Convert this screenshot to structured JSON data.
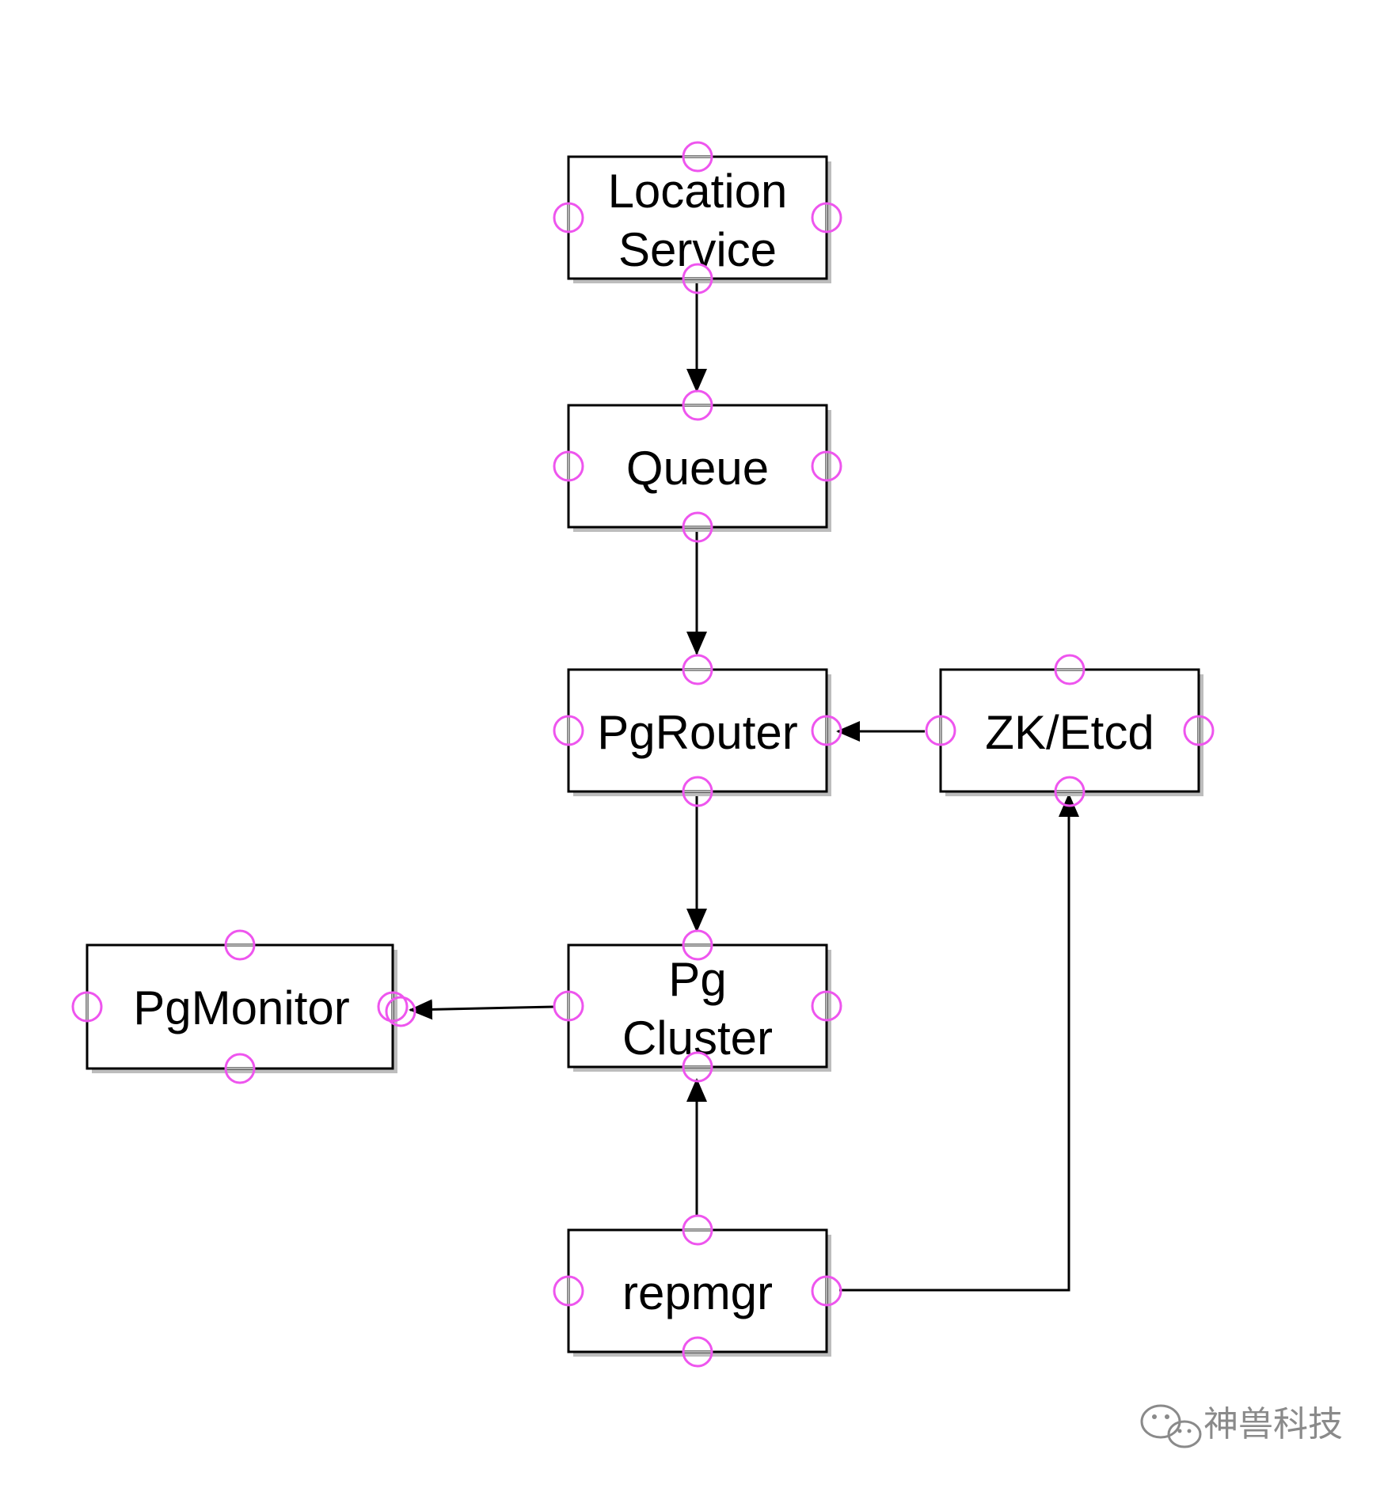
{
  "nodes": {
    "location_service": {
      "lines": [
        "Location",
        "Service"
      ]
    },
    "queue": {
      "lines": [
        "Queue"
      ]
    },
    "pgrouter": {
      "lines": [
        "PgRouter"
      ]
    },
    "zk_etcd": {
      "lines": [
        "ZK/Etcd"
      ]
    },
    "pgmonitor": {
      "lines": [
        "PgMonitor"
      ]
    },
    "pg_cluster": {
      "lines": [
        "Pg",
        "Cluster"
      ]
    },
    "repmgr": {
      "lines": [
        "repmgr"
      ]
    }
  },
  "edges": [
    {
      "from": "Location Service",
      "to": "Queue"
    },
    {
      "from": "Queue",
      "to": "PgRouter"
    },
    {
      "from": "ZK/Etcd",
      "to": "PgRouter"
    },
    {
      "from": "PgRouter",
      "to": "Pg Cluster"
    },
    {
      "from": "Pg Cluster",
      "to": "PgMonitor"
    },
    {
      "from": "repmgr",
      "to": "Pg Cluster"
    },
    {
      "from": "repmgr",
      "to": "ZK/Etcd"
    }
  ],
  "colors": {
    "handle": "#ee55ee",
    "box_border": "#000000",
    "watermark": "#8a8a8a"
  },
  "watermark": {
    "icon": "wechat-icon",
    "text": "神兽科技"
  }
}
